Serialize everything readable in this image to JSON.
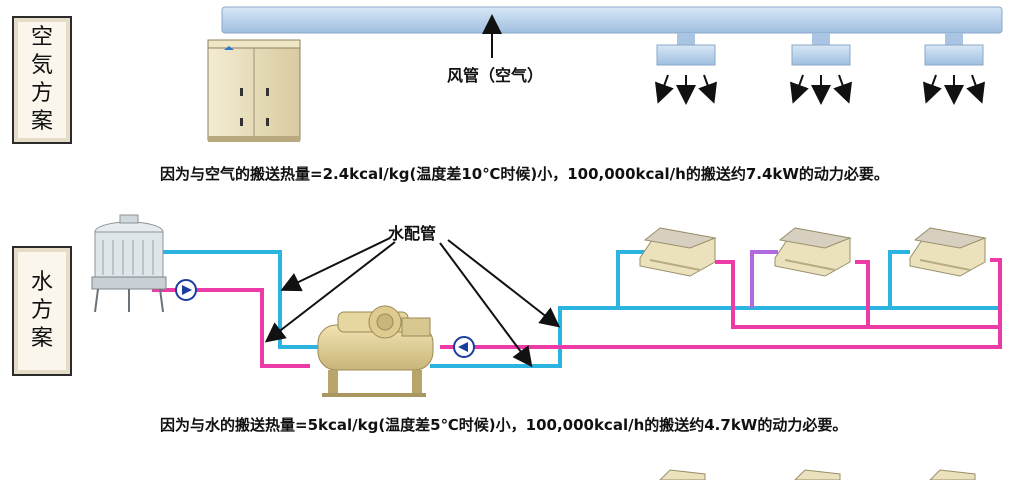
{
  "air_scheme": {
    "label_chars": [
      "空",
      "気",
      "方",
      "案"
    ],
    "duct_label": "风管（空气）",
    "caption": "因为与空气的搬送热量=2.4kcal/kg(温度差10℃时候)小，100,000kcal/h的搬送约7.4kW的动力必要。"
  },
  "water_scheme": {
    "label_chars": [
      "水",
      "方",
      "案"
    ],
    "pipe_label": "水配管",
    "caption": "因为与水的搬送热量=5kcal/kg(温度差5℃时候)小，100,000kcal/h的搬送约4.7kW的动力必要。"
  },
  "colors": {
    "supply_pipe": "#2bb4e0",
    "return_pipe": "#ec3aa7",
    "branch_pipe": "#b06adf",
    "duct": "#bfd6ee",
    "equipment": "#e8dcb4"
  },
  "icons": [
    "air-handling-unit-icon",
    "cooling-tower-icon",
    "chiller-icon",
    "pump-icon",
    "cassette-unit-icon",
    "airflow-arrow-icon"
  ]
}
